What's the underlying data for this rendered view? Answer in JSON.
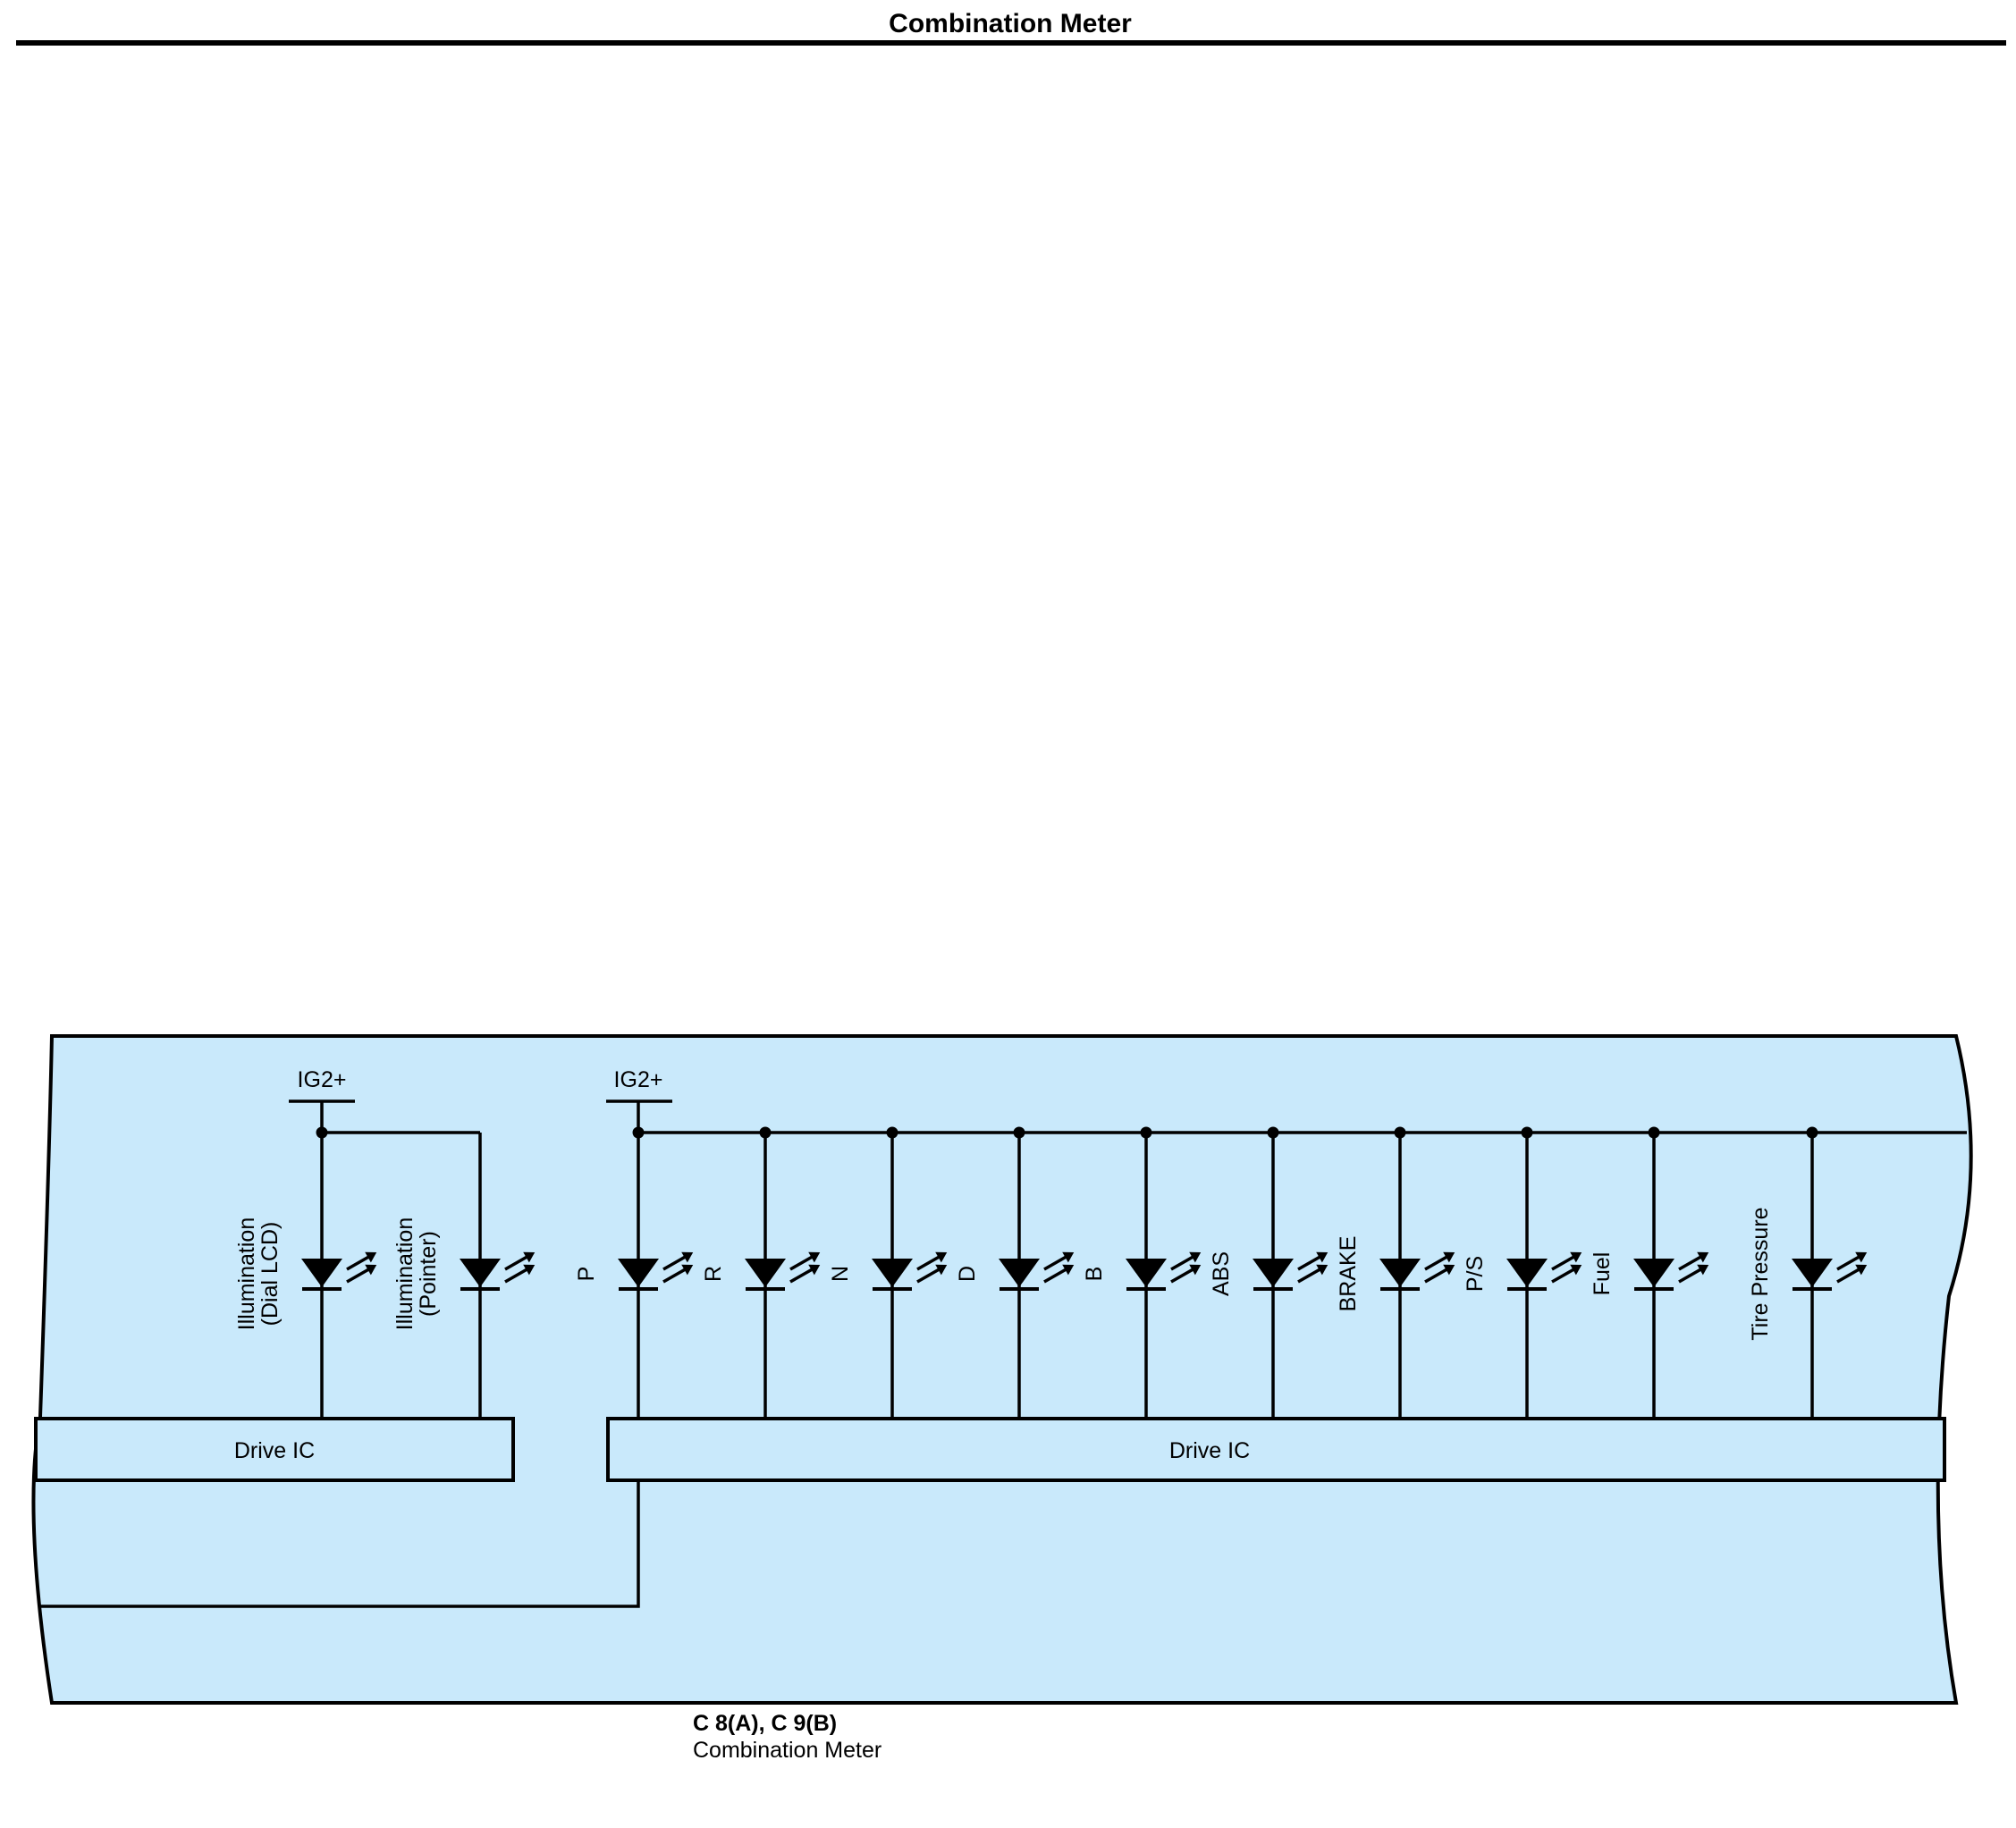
{
  "page": {
    "title": "Combination Meter"
  },
  "colors": {
    "panel_fill": "#c9e9fb",
    "line": "#000000"
  },
  "meter": {
    "connector": "C 8(A), C 9(B)",
    "name": "Combination Meter",
    "supplies": [
      "IG2+",
      "IG2+"
    ],
    "drive_ic": [
      "Drive IC",
      "Drive IC"
    ],
    "left_group": [
      {
        "lines": [
          "Illumination",
          "(Dial LCD)"
        ]
      },
      {
        "lines": [
          "Illumination",
          "(Pointer)"
        ]
      }
    ],
    "right_group": [
      {
        "lines": [
          "P"
        ]
      },
      {
        "lines": [
          "R"
        ]
      },
      {
        "lines": [
          "N"
        ]
      },
      {
        "lines": [
          "D"
        ]
      },
      {
        "lines": [
          "B"
        ]
      },
      {
        "lines": [
          "ABS"
        ]
      },
      {
        "lines": [
          "BRAKE"
        ]
      },
      {
        "lines": [
          "P/S"
        ]
      },
      {
        "lines": [
          "Fuel"
        ]
      },
      {
        "lines": [
          "Tire Pressure"
        ]
      }
    ]
  }
}
